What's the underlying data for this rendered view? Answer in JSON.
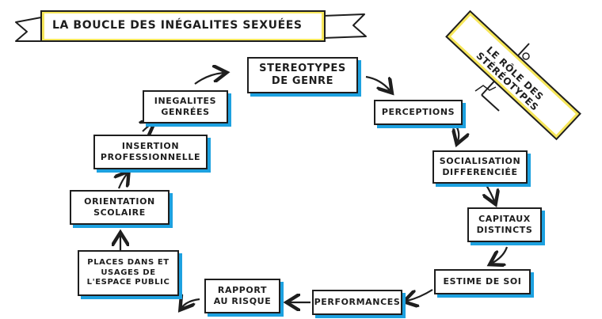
{
  "title_banner": {
    "text": "La boucle des inégalites sexuées"
  },
  "side_banner": {
    "text": "Le rôle des stéréotypes"
  },
  "nodes": {
    "stereotypes": "Stereotypes\nde genre",
    "perceptions": "Perceptions",
    "socialisation": "Socialisation\ndifferenciée",
    "capitaux": "Capitaux\ndistincts",
    "estime": "Estime de soi",
    "performances": "Performances",
    "rapport": "Rapport\nau risque",
    "places": "Places dans et\nusages de\nl'espace public",
    "orientation": "Orientation\nscolaire",
    "insertion": "Insertion\nprofessionnelle",
    "inegalites": "Inegalites\ngenrées"
  },
  "colors": {
    "accent_blue": "#1da1e0",
    "banner_yellow": "#f6e65a",
    "ink": "#1e1e1e"
  }
}
